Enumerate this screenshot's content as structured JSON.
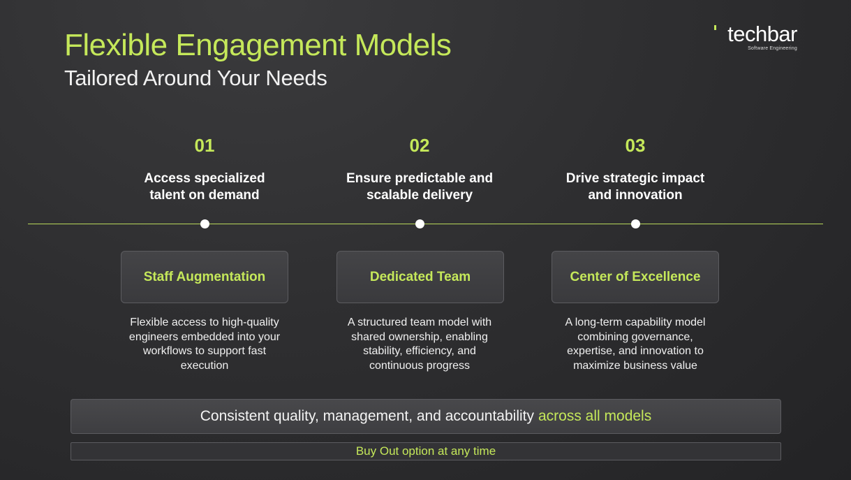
{
  "header": {
    "title": "Flexible Engagement Models",
    "subtitle": "Tailored Around Your Needs"
  },
  "logo": {
    "word": "techbar",
    "tagline": "Software Engineering"
  },
  "colors": {
    "accent": "#c5e85a",
    "background": "#2f2f31",
    "text": "#ffffff"
  },
  "models": [
    {
      "number": "01",
      "heading_line1": "Access specialized",
      "heading_line2": "talent on demand",
      "name": "Staff Augmentation",
      "desc_line1": "Flexible access to high-quality",
      "desc_line2": "engineers embedded into your",
      "desc_line3": "workflows to support fast",
      "desc_line4": "execution"
    },
    {
      "number": "02",
      "heading_line1": "Ensure predictable and",
      "heading_line2": "scalable delivery",
      "name": "Dedicated Team",
      "desc_line1": "A structured team model with",
      "desc_line2": "shared ownership, enabling",
      "desc_line3": "stability, efficiency, and",
      "desc_line4": "continuous progress"
    },
    {
      "number": "03",
      "heading_line1": "Drive strategic impact",
      "heading_line2": "and innovation",
      "name": "Center of Excellence",
      "desc_line1": "A long-term capability model",
      "desc_line2": "combining governance,",
      "desc_line3": "expertise, and innovation to",
      "desc_line4": "maximize business value"
    }
  ],
  "banner": {
    "text": "Consistent quality, management, and accountability",
    "accent_text": "across all models"
  },
  "buyout": {
    "text": "Buy Out option at any time"
  }
}
